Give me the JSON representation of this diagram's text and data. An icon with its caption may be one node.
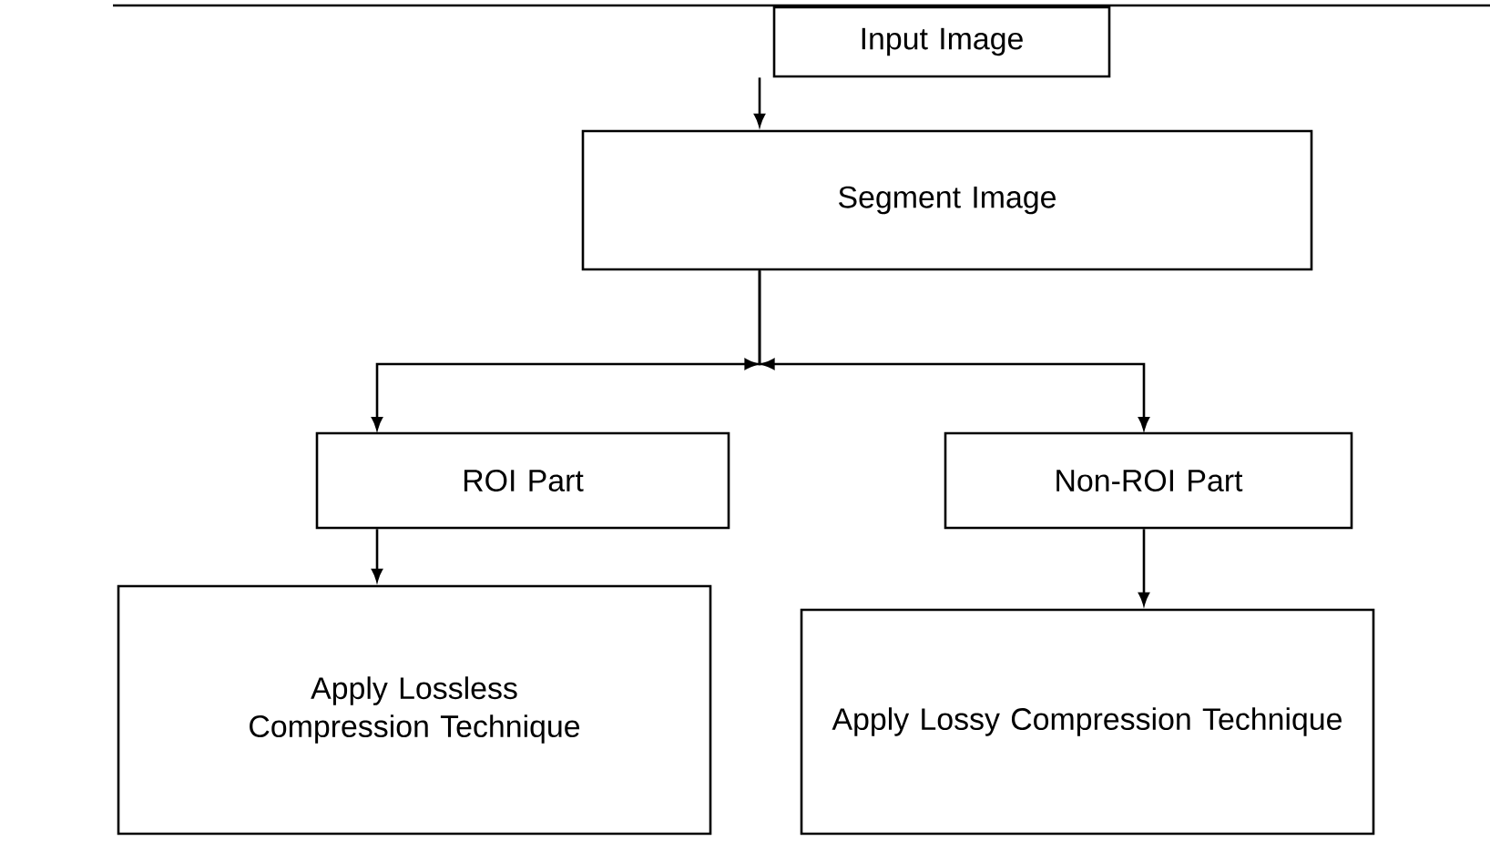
{
  "diagram": {
    "nodes": [
      {
        "text": [
          "Input Image"
        ]
      },
      {
        "text": [
          "Segment Image"
        ]
      },
      {
        "text": [
          "ROI Part"
        ]
      },
      {
        "text": [
          "Non-ROI Part"
        ]
      },
      {
        "text": [
          "Apply Lossless Compression Technique"
        ]
      },
      {
        "text": [
          "Apply Lossy Compression Technique"
        ]
      }
    ],
    "edges": [
      {
        "from": 0,
        "to": 1,
        "arrow": "to"
      },
      {
        "from": 1,
        "to": 2,
        "arrow": "to"
      },
      {
        "from": 1,
        "to": 3,
        "arrow": "to"
      },
      {
        "from": 2,
        "to": 4,
        "arrow": "to"
      },
      {
        "from": 3,
        "to": 5,
        "arrow": "to"
      }
    ]
  }
}
